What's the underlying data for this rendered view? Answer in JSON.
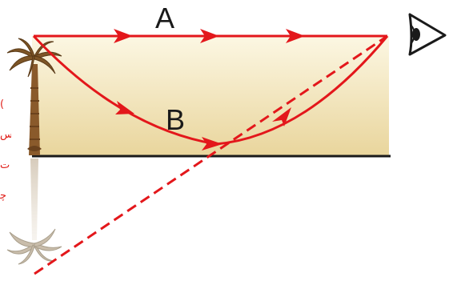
{
  "labels": {
    "ray_a": "A",
    "ray_b": "B"
  },
  "side_text": [
    "(",
    "س",
    "ت",
    "ﭼ"
  ],
  "colors": {
    "ray": "#e3171b",
    "ground": "#1a1a1a",
    "hot_air_top": "#fcf7e3",
    "hot_air_bottom": "#ead9a3",
    "trunk": "#8a5a2b",
    "leaves": "#7d5526",
    "eye": "#1a1a1a"
  },
  "icons": [
    "palm-tree-icon",
    "palm-tree-reflection-icon",
    "eye-icon"
  ]
}
